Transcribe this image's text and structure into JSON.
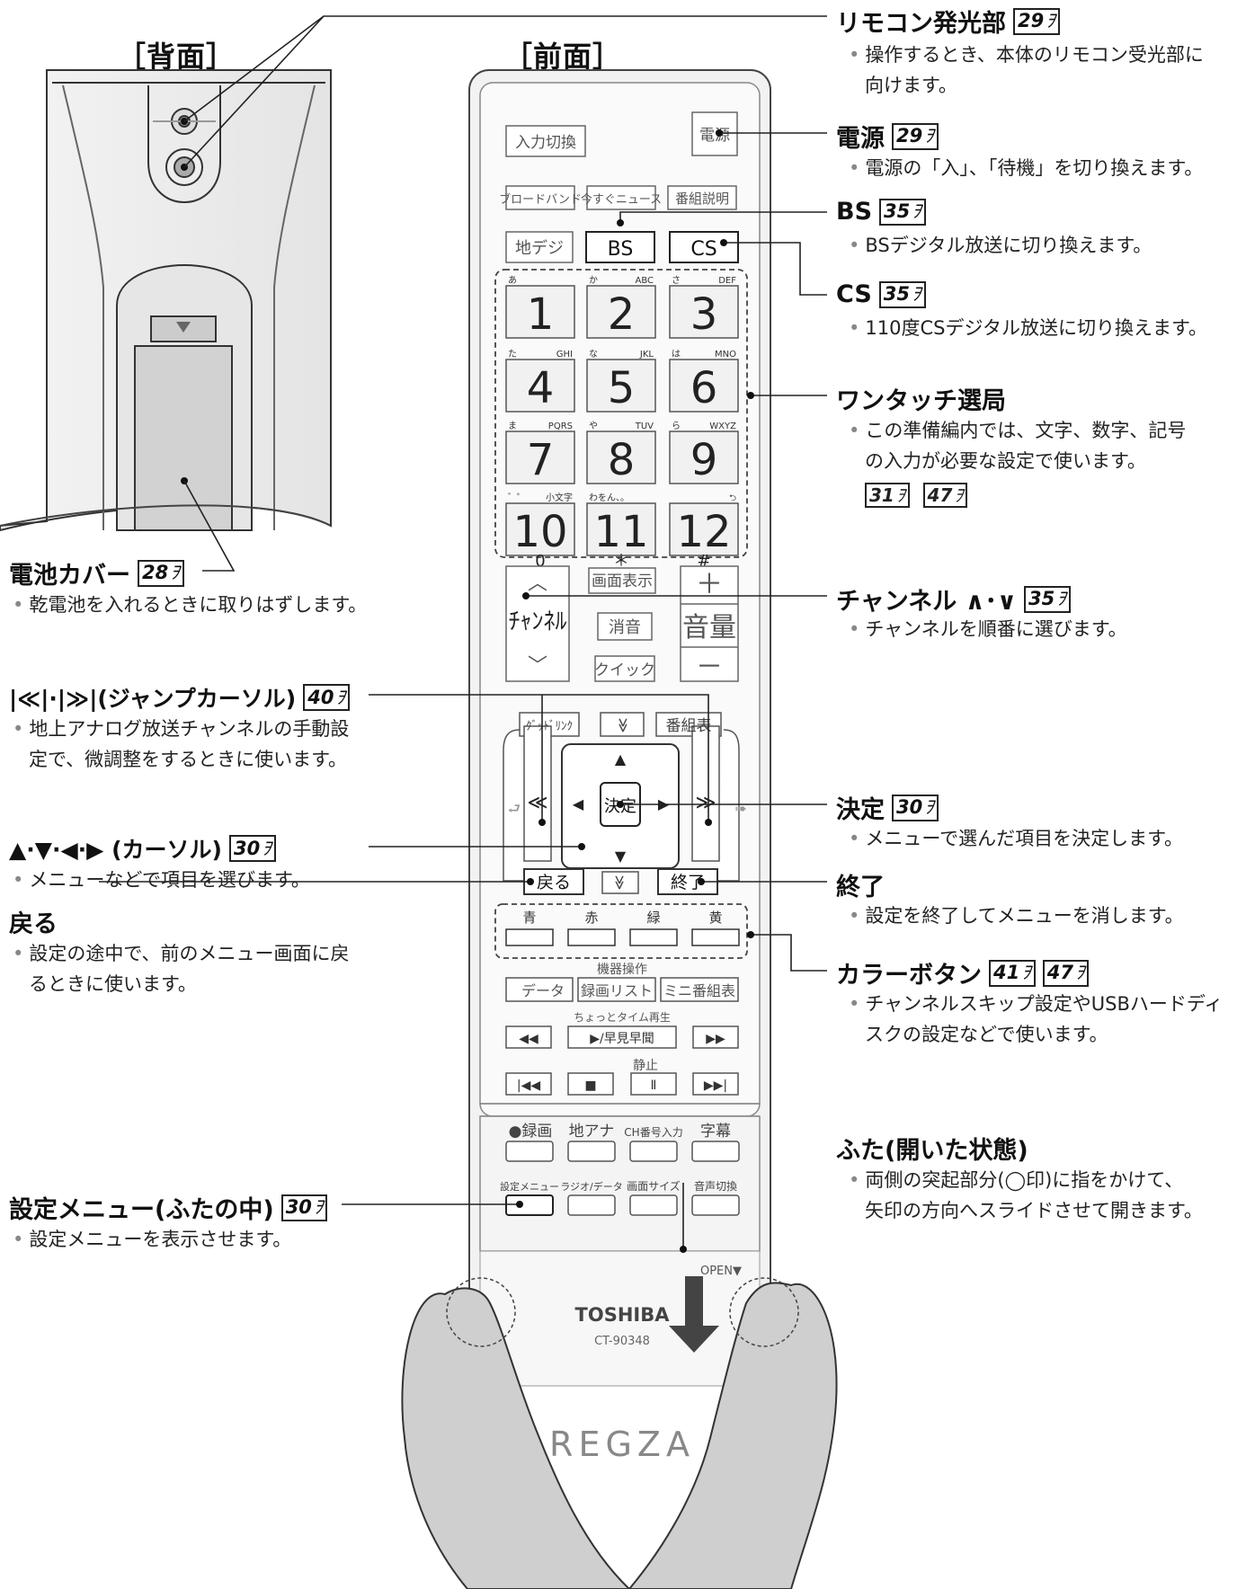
{
  "headers": {
    "back": "［背面］",
    "front": "［前面］"
  },
  "page_ref_mark": "ｦ",
  "callouts": {
    "emitter": {
      "title": "リモコン発光部",
      "ref": "29",
      "desc": [
        "操作するとき、本体のリモコン受光部に",
        "向けます。"
      ]
    },
    "power": {
      "title": "電源",
      "ref": "29",
      "desc": [
        "電源の「入」、「待機」を切り換えます。"
      ]
    },
    "bs": {
      "title": "BS",
      "ref": "35",
      "desc": [
        "BSデジタル放送に切り換えます。"
      ]
    },
    "cs": {
      "title": "CS",
      "ref": "35",
      "desc": [
        "110度CSデジタル放送に切り換えます。"
      ]
    },
    "onetouch": {
      "title": "ワンタッチ選局",
      "refs": [
        "31",
        "47"
      ],
      "desc": [
        "この準備編内では、文字、数字、記号",
        "の入力が必要な設定で使います。"
      ]
    },
    "channel": {
      "title": "チャンネル ∧･∨",
      "ref": "35",
      "desc": [
        "チャンネルを順番に選びます。"
      ]
    },
    "enter": {
      "title": "決定",
      "ref": "30",
      "desc": [
        "メニューで選んだ項目を決定します。"
      ]
    },
    "exit": {
      "title": "終了",
      "desc": [
        "設定を終了してメニューを消します。"
      ]
    },
    "color": {
      "title": "カラーボタン",
      "refs": [
        "41",
        "47"
      ],
      "desc": [
        "チャンネルスキップ設定やUSBハードディ",
        "スクの設定などで使います。"
      ]
    },
    "lid": {
      "title": "ふた(開いた状態)",
      "desc": [
        "両側の突起部分(◯印)に指をかけて、",
        "矢印の方向へスライドさせて開きます。"
      ]
    },
    "battery": {
      "title": "電池カバー",
      "ref": "28",
      "desc": [
        "乾電池を入れるときに取りはずします。"
      ]
    },
    "jump": {
      "title": "|≪|·|≫|(ジャンプカーソル)",
      "ref": "40",
      "desc": [
        "地上アナログ放送チャンネルの手動設",
        "定で、微調整をするときに使います。"
      ]
    },
    "cursor": {
      "title": "▲·▼·◀·▶ (カーソル)",
      "ref": "30",
      "desc": [
        "メニューなどで項目を選びます。"
      ]
    },
    "back": {
      "title": "戻る",
      "desc": [
        "設定の途中で、前のメニュー画面に戻",
        "るときに使います。"
      ]
    },
    "settings": {
      "title": "設定メニュー(ふたの中)",
      "ref": "30",
      "desc": [
        "設定メニューを表示させます。"
      ]
    }
  },
  "remote": {
    "top": {
      "input": "入力切換",
      "power": "電源"
    },
    "row2": [
      "ブロードバンド",
      "今すぐニュース",
      "番組説明"
    ],
    "row3": [
      "地デジ",
      "BS",
      "CS"
    ],
    "numpad": [
      {
        "n": "1",
        "kana": "あ",
        "alpha": ""
      },
      {
        "n": "2",
        "kana": "か",
        "alpha": "ABC"
      },
      {
        "n": "3",
        "kana": "さ",
        "alpha": "DEF"
      },
      {
        "n": "4",
        "kana": "た",
        "alpha": "GHI"
      },
      {
        "n": "5",
        "kana": "な",
        "alpha": "JKL"
      },
      {
        "n": "6",
        "kana": "は",
        "alpha": "MNO"
      },
      {
        "n": "7",
        "kana": "ま",
        "alpha": "PQRS"
      },
      {
        "n": "8",
        "kana": "や",
        "alpha": "TUV"
      },
      {
        "n": "9",
        "kana": "ら",
        "alpha": "WXYZ"
      },
      {
        "n": "10",
        "kana": "゛゜",
        "alpha": "小文字"
      },
      {
        "n": "11",
        "kana": "わをん、。",
        "alpha": ""
      },
      {
        "n": "12",
        "kana": "",
        "alpha": "⮌"
      }
    ],
    "numpad_sub": [
      "0",
      "＊",
      "#"
    ],
    "channel": {
      "label": "ﾁｬﾝﾈﾙ",
      "up": "︿",
      "down": "﹀"
    },
    "volume": {
      "label": "音量",
      "plus": "＋",
      "minus": "－"
    },
    "mid": [
      "画面表示",
      "消音",
      "クイック"
    ],
    "nav_top": [
      "ｸﾞｯﾄﾞﾘﾝｸ",
      "≪",
      "番組表"
    ],
    "nav": {
      "enter": "決定",
      "up": "▲",
      "down": "▼",
      "left": "◀",
      "right": "▶",
      "jump_back": "≪",
      "jump_fwd": "≫",
      "back": "戻る",
      "exit": "終了",
      "page_down": "≫"
    },
    "colors": [
      {
        "label": "青",
        "color": "#3060b0"
      },
      {
        "label": "赤",
        "color": "#c03030"
      },
      {
        "label": "緑",
        "color": "#308040"
      },
      {
        "label": "黄",
        "color": "#d0b000"
      }
    ],
    "device_label": "機器操作",
    "device": [
      "データ",
      "録画リスト",
      "ミニ番組表"
    ],
    "pause_label": "ちょっとタイム再生",
    "transport1": [
      "◀◀",
      "▶/早見早聞",
      "▶▶"
    ],
    "stop_label": "静止",
    "transport2": [
      "|◀◀",
      "■",
      "Ⅱ",
      "▶▶|"
    ],
    "lid_row1": [
      "●録画",
      "地アナ",
      "CH番号入力",
      "字幕"
    ],
    "lid_row2": [
      "設定メニュー",
      "ラジオ/データ",
      "画面サイズ",
      "音声切換"
    ],
    "open": "OPEN▼",
    "brand": "TOSHIBA",
    "model": "CT-90348",
    "logo": "REGZA"
  }
}
